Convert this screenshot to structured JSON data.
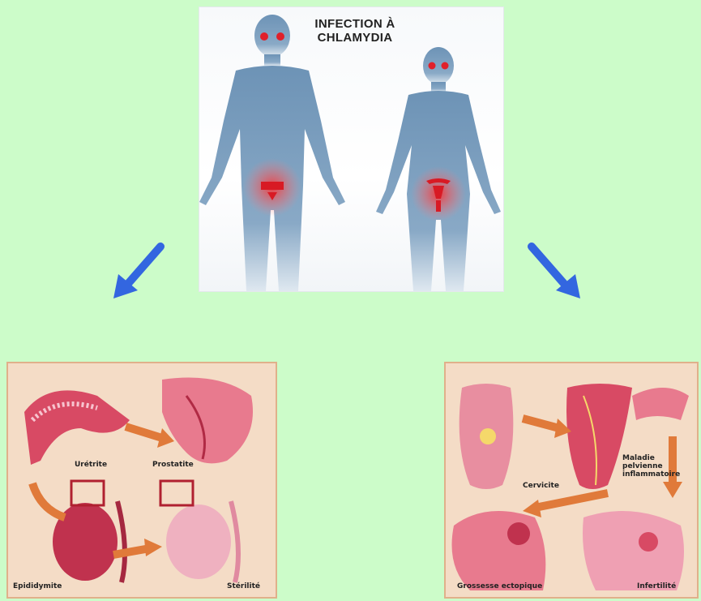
{
  "top": {
    "title_line1": "INFECTION À",
    "title_line2": "CHLAMYDIA"
  },
  "male": {
    "labels": {
      "urethritis": "Urétrite",
      "prostatitis": "Prostatite",
      "epididymitis": "Epididymite",
      "sterility": "Stérilité"
    }
  },
  "female": {
    "labels": {
      "cervicitis": "Cervicite",
      "pid": "Maladie pelvienne inflammatoire",
      "ectopic": "Grossesse ectopique",
      "infertility": "Infertilité"
    }
  },
  "colors": {
    "background": "#ccfcc9",
    "arrow": "#3366e0",
    "silhouette": "#6f96b8",
    "infection": "#e0202a",
    "tissue": "#d84a64",
    "flow_arrow": "#e07a3a"
  }
}
